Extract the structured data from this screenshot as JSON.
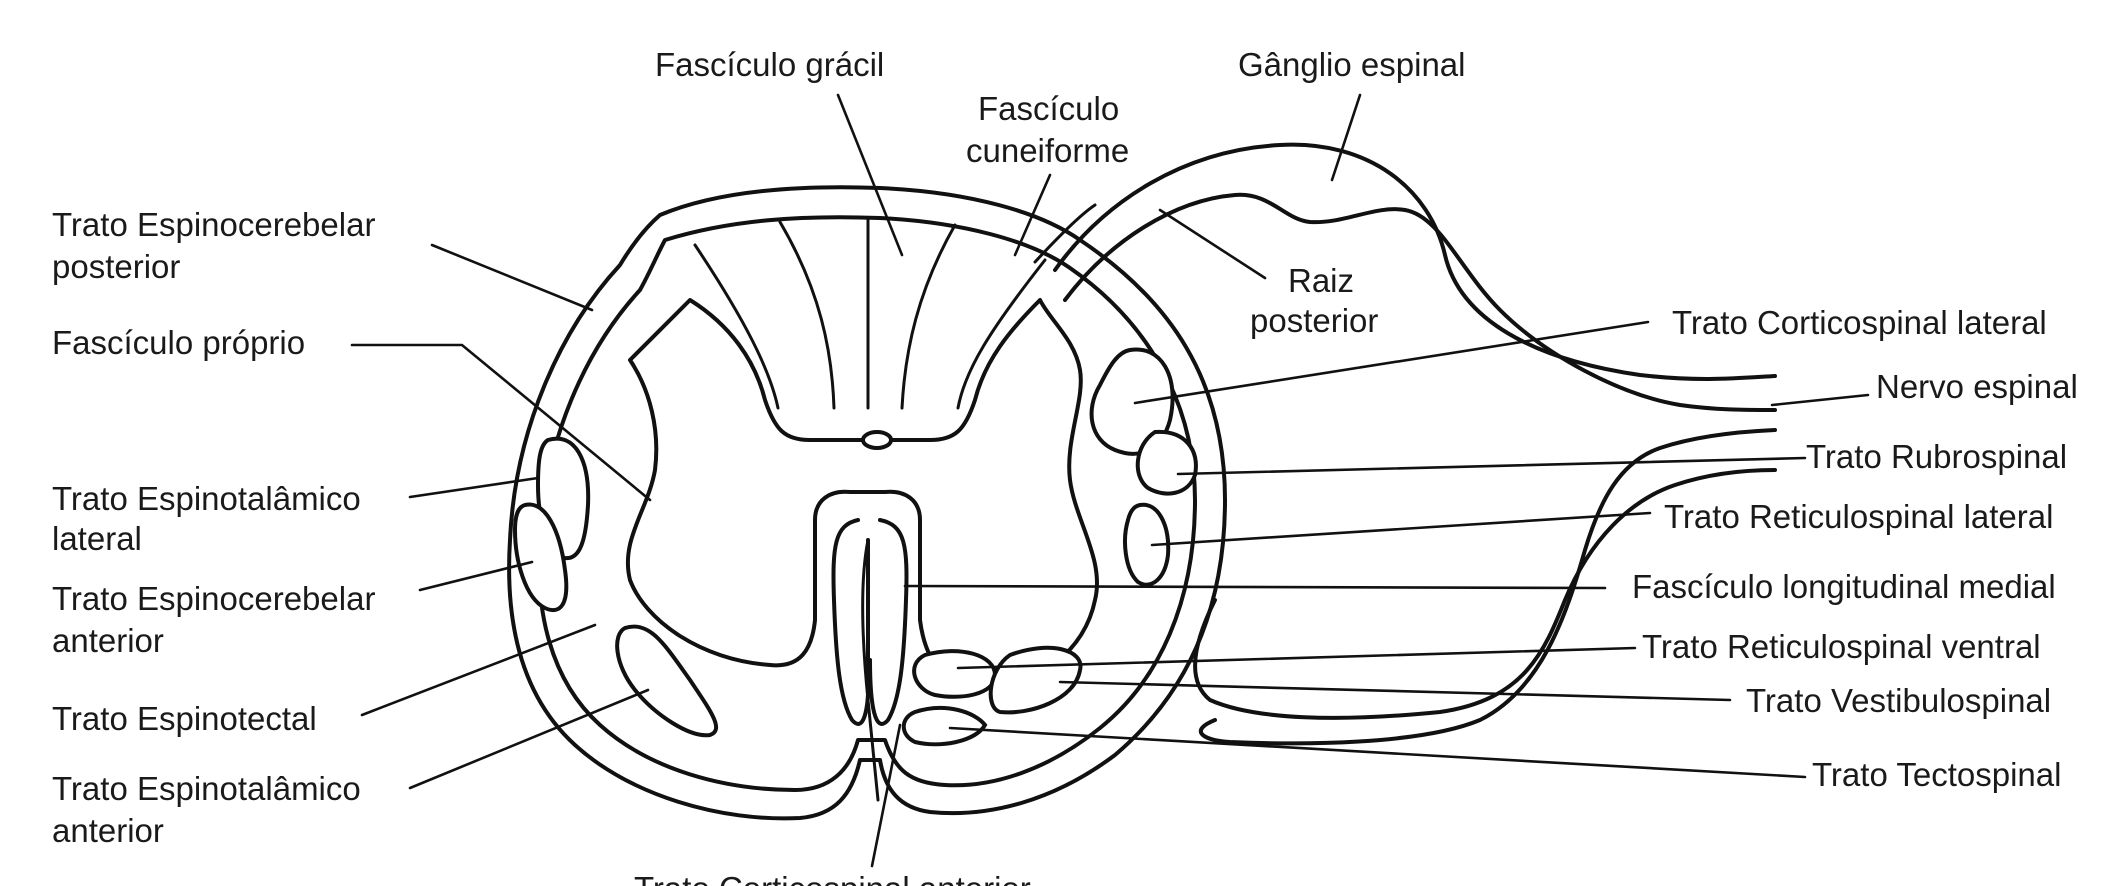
{
  "labels": {
    "fasciculo_gracil": "Fascículo grácil",
    "fasciculo_cuneiforme_1": "Fascículo",
    "fasciculo_cuneiforme_2": "cuneiforme",
    "ganglio_espinal": "Gânglio espinal",
    "raiz_posterior_1": "Raiz",
    "raiz_posterior_2": "posterior",
    "espinocerebelar_posterior_1": "Trato Espinocerebelar",
    "espinocerebelar_posterior_2": "posterior",
    "fasciculo_proprio": "Fascículo próprio",
    "espinotalamico_lateral_1": "Trato Espinotalâmico",
    "espinotalamico_lateral_2": "lateral",
    "espinocerebelar_anterior_1": "Trato Espinocerebelar",
    "espinocerebelar_anterior_2": "anterior",
    "espinotectal": "Trato Espinotectal",
    "espinotalamico_anterior_1": "Trato Espinotalâmico",
    "espinotalamico_anterior_2": "anterior",
    "corticospinal_lateral": "Trato Corticospinal lateral",
    "nervo_espinal": "Nervo espinal",
    "rubrospinal": "Trato Rubrospinal",
    "reticulospinal_lateral": "Trato Reticulospinal lateral",
    "longitudinal_medial": "Fascículo longitudinal medial",
    "reticulospinal_ventral": "Trato Reticulospinal ventral",
    "vestibulospinal": "Trato Vestibulospinal",
    "tectospinal": "Trato Tectospinal",
    "corticospinal_anterior": "Trato Corticospinal anterior"
  }
}
